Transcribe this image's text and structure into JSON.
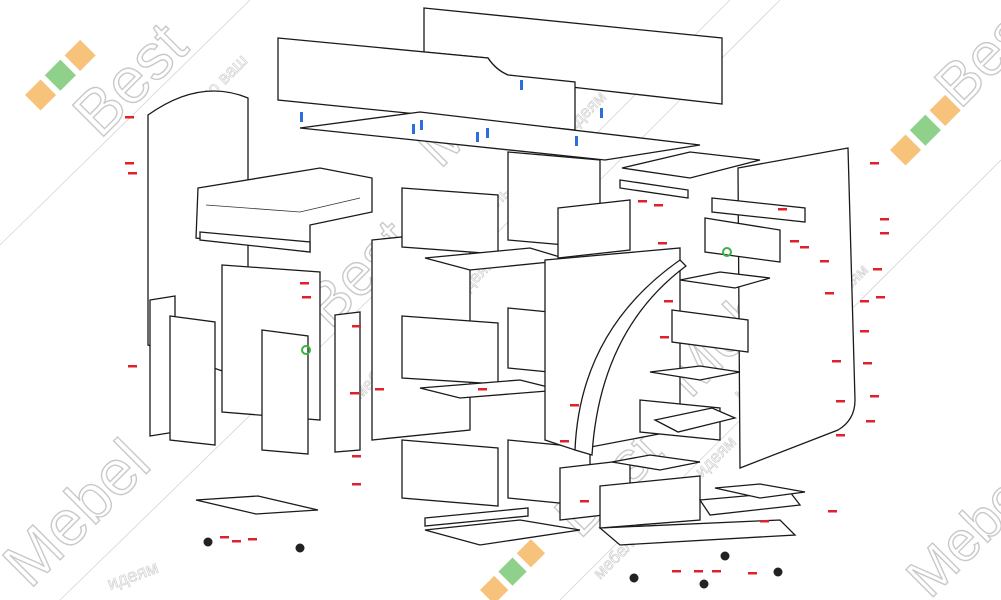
{
  "watermark": {
    "brand": "Best Mebel",
    "brand_word_1": "Best",
    "brand_word_2": "Mebel",
    "tagline": "мебель по вашим идеям",
    "tagline_left": "мебель по ваш",
    "tagline_bottom": "идеям",
    "colors": {
      "orange": "#f7c27a",
      "green": "#8fd18a",
      "grey": "#c9c9c9"
    }
  },
  "hardware": {
    "fastener_color_red": "#e0202a",
    "dowel_color_blue": "#2a6fdc",
    "minifix_color_dark": "#222222",
    "hinge_color_green": "#3cb043"
  }
}
